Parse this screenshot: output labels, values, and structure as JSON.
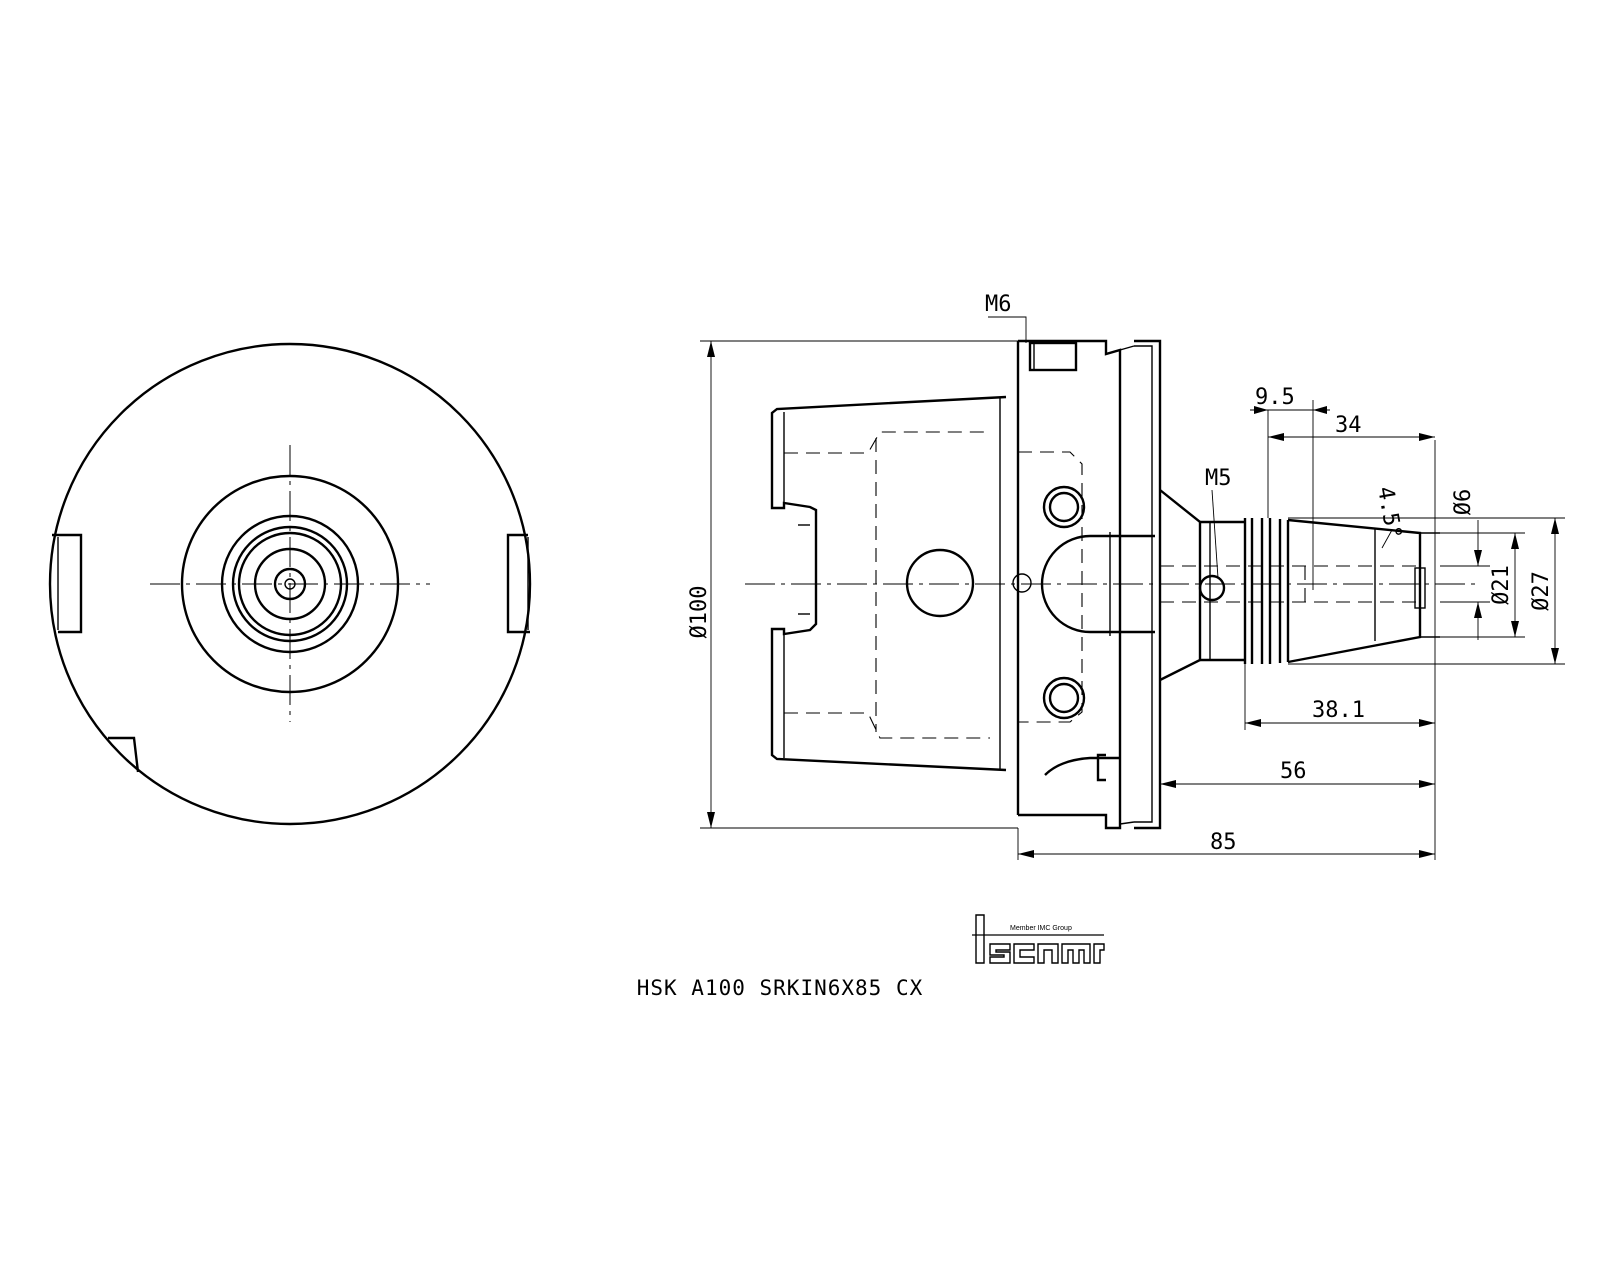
{
  "part_designation": "HSK A100 SRKIN6X85 CX",
  "logo": {
    "brand": "iscar",
    "tagline": "Member IMC Group"
  },
  "dimensions": {
    "flange_diameter": "Ø100",
    "thread_flange": "M6",
    "thread_side": "M5",
    "offset_short": "9.5",
    "taper_length": "34",
    "taper_angle": "4.5°",
    "bore_diameter": "Ø6",
    "nose_diameter": "Ø21",
    "body_diameter": "Ø27",
    "nose_length": "38.1",
    "shank_length": "56",
    "overall_length": "85"
  }
}
